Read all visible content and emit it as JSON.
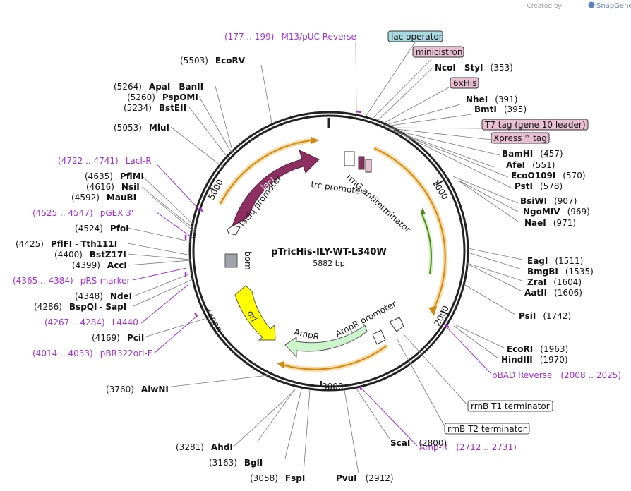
{
  "brand": {
    "created_by": "Created by",
    "name": "SnapGene"
  },
  "plasmid": {
    "name": "pTricHis-ILY-WT-L340W",
    "length": "5882 bp"
  },
  "ticks": [
    "1000",
    "2000",
    "3000",
    "4000",
    "5000"
  ],
  "features": {
    "laci": "lacI",
    "laciq_promoter": "lacIq promoter",
    "trc_promoter": "trc promoter",
    "rrng": "rrnG antiterminator",
    "bom": "bom",
    "ori": "ori",
    "ampr": "AmpR",
    "ampr_promoter": "AmpR promoter"
  },
  "boxed_labels": {
    "lac_operator": "lac operator",
    "minicistron": "minicistron",
    "sixxhis": "6xHis",
    "t7tag": "T7 tag (gene 10 leader)",
    "xpress": "Xpress™ tag",
    "rrnb_t1": "rrnB T1 terminator",
    "rrnb_t2": "rrnB T2 terminator"
  },
  "enzymes": {
    "ncoi": {
      "name": "NcoI",
      "name2": "StyI",
      "pos": "(353)"
    },
    "nhei": {
      "name": "NheI",
      "pos": "(391)"
    },
    "bmti": {
      "name": "BmtI",
      "pos": "(395)"
    },
    "bamhi": {
      "name": "BamHI",
      "pos": "(457)"
    },
    "afei": {
      "name": "AfeI",
      "pos": "(551)"
    },
    "ecoo109i": {
      "name": "EcoO109I",
      "pos": "(570)"
    },
    "psti": {
      "name": "PstI",
      "pos": "(578)"
    },
    "bsiwi": {
      "name": "BsiWI",
      "pos": "(907)"
    },
    "ngomiv": {
      "name": "NgoMIV",
      "pos": "(969)"
    },
    "naei": {
      "name": "NaeI",
      "pos": "(971)"
    },
    "eagi": {
      "name": "EagI",
      "pos": "(1511)"
    },
    "bmgbi": {
      "name": "BmgBI",
      "pos": "(1535)"
    },
    "zrai": {
      "name": "ZraI",
      "pos": "(1604)"
    },
    "aatii": {
      "name": "AatII",
      "pos": "(1606)"
    },
    "psii": {
      "name": "PsiI",
      "pos": "(1742)"
    },
    "ecori": {
      "name": "EcoRI",
      "pos": "(1963)"
    },
    "hindiii": {
      "name": "HindIII",
      "pos": "(1970)"
    },
    "scai": {
      "name": "ScaI",
      "pos": "(2800)"
    },
    "pvui": {
      "name": "PvuI",
      "pos": "(2912)"
    },
    "fspi": {
      "name": "FspI",
      "pos": "(3058)"
    },
    "bgli": {
      "name": "BglI",
      "pos": "(3163)"
    },
    "ahdi": {
      "name": "AhdI",
      "pos": "(3281)"
    },
    "alwni": {
      "name": "AlwNI",
      "pos": "(3760)"
    },
    "pcii": {
      "name": "PciI",
      "pos": "(4169)"
    },
    "bspqi": {
      "name": "BspQI",
      "name2": "SapI",
      "pos": "(4286)"
    },
    "ndei": {
      "name": "NdeI",
      "pos": "(4348)"
    },
    "acci": {
      "name": "AccI",
      "pos": "(4399)"
    },
    "bstz17i": {
      "name": "BstZ17I",
      "pos": "(4400)"
    },
    "pflfi": {
      "name": "PflFI",
      "name2": "Tth111I",
      "pos": "(4425)"
    },
    "pfoi": {
      "name": "PfoI",
      "pos": "(4524)"
    },
    "maubi": {
      "name": "MauBI",
      "pos": "(4592)"
    },
    "nsii": {
      "name": "NsiI",
      "pos": "(4616)"
    },
    "pflmi": {
      "name": "PflMI",
      "pos": "(4635)"
    },
    "mlui": {
      "name": "MluI",
      "pos": "(5053)"
    },
    "bsteii": {
      "name": "BstEII",
      "pos": "(5234)"
    },
    "pspomi": {
      "name": "PspOMI",
      "pos": "(5260)"
    },
    "apai": {
      "name": "ApaI",
      "name2": "BanII",
      "pos": "(5264)"
    },
    "ecorv": {
      "name": "EcoRV",
      "pos": "(5503)"
    }
  },
  "primers": {
    "m13": {
      "range": "(177 .. 199)",
      "name": "M13/pUC Reverse"
    },
    "laci_r": {
      "range": "(4722 .. 4741)",
      "name": "LacI-R"
    },
    "pgex3": {
      "range": "(4525 .. 4547)",
      "name": "pGEX 3'"
    },
    "prs": {
      "range": "(4365 .. 4384)",
      "name": "pRS-marker"
    },
    "l4440": {
      "range": "(4267 .. 4284)",
      "name": "L4440"
    },
    "pbr322": {
      "range": "(4014 .. 4033)",
      "name": "pBR322ori-F"
    },
    "pbad": {
      "name": "pBAD Reverse",
      "range": "(2008 .. 2025)"
    },
    "ampr_primer": {
      "name": "Amp-R",
      "range": "(2712 .. 2731)"
    }
  },
  "colors": {
    "laci": "#8e2f62",
    "ori": "#ffff00",
    "ampr": "#ccf5cc",
    "bom": "#a0a3ab",
    "primer": "#a030d8",
    "lac_operator_box": "#a8d8e0",
    "pink_box": "#e8bfd0",
    "orf_arrow": "#e8a020"
  }
}
